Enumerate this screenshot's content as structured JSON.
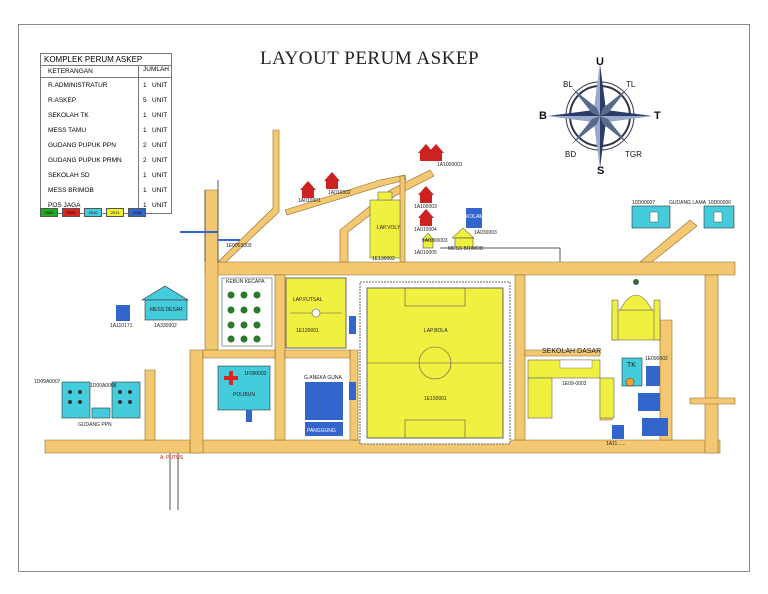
{
  "title": "LAYOUT PERUM ASKEP",
  "legend": {
    "header": "KOMPLEK PERUM ASKEP",
    "col_keterangan": "KETERANGAN",
    "col_jumlah": "JUMLAH",
    "rows": [
      {
        "name": "R.ADMINISTRATUR",
        "qty": "1",
        "unit": "UNIT"
      },
      {
        "name": "R.ASKEP",
        "qty": "5",
        "unit": "UNIT"
      },
      {
        "name": "SEKOLAH TK",
        "qty": "1",
        "unit": "UNIT"
      },
      {
        "name": "MESS TAMU",
        "qty": "1",
        "unit": "UNIT"
      },
      {
        "name": "GUDANG PUPUK PPN",
        "qty": "2",
        "unit": "UNIT"
      },
      {
        "name": "GUDANG PUPUK PRMN",
        "qty": "2",
        "unit": "UNIT"
      },
      {
        "name": "SEKOLAH SD",
        "qty": "1",
        "unit": "UNIT"
      },
      {
        "name": "MESS BRIMOB",
        "qty": "1",
        "unit": "UNIT"
      },
      {
        "name": "POS JAGA",
        "qty": "1",
        "unit": "UNIT"
      }
    ],
    "swatches": [
      {
        "label": "2000",
        "color": "#22aa22"
      },
      {
        "label": "2005",
        "color": "#dd2222"
      },
      {
        "label": "2010",
        "color": "#44ccdd"
      },
      {
        "label": "2011",
        "color": "#eeee33"
      },
      {
        "label": "2014",
        "color": "#3366cc"
      }
    ]
  },
  "compass": {
    "n": "U",
    "s": "S",
    "e": "T",
    "w": "B",
    "nw": "BL",
    "ne": "TL",
    "sw": "BD",
    "se": "TGR"
  },
  "labels": {
    "gudang_lama": "GUDANG LAMA",
    "id_10d": "10D00007",
    "id_10d2": "10D00006",
    "kolam": "KOLAM",
    "lap_voly": "LAP.VOLY",
    "id_1e130": "1E130002",
    "kebun": "KEBUN KECAPA",
    "mess_desar": "MESS DESAR",
    "id_1a330": "1A330002",
    "id_1a110": "1A110171",
    "lap_futsal": "LAP.FUTSAL",
    "id_1e120": "1E120001",
    "lap_bola": "LAP.BOLA",
    "id_1e150": "1E150001",
    "sekolah_dasar": "SEKOLAH DASAR",
    "id_1e09": "1E09-0003",
    "tk": "TK",
    "polibun": "POLIBUN",
    "id_1f": "1F090002",
    "g_aneka": "G.ANEKA GUNA",
    "panggung": "PANGGUNG",
    "gudang_ppn": "GUDANG PPN",
    "id_1d09a": "1D09A0007",
    "id_1d00a": "1D00A0008",
    "a_putus": "A. PUTUS",
    "id_1a11": "1A11......",
    "id_1a1": "1A1000001",
    "id_1a100": "1A100003",
    "id_1a04": "1A010004",
    "id_1a05": "1A010005",
    "id_1a06": "1A010002",
    "id_1a07": "1A010001",
    "id_1a0300": "1A0300003",
    "id_mess": "MESS BRIMOB",
    "id_1e0": "1E0003003",
    "id_1e0b": "1E090002",
    "id_1a030": "1A030003"
  }
}
